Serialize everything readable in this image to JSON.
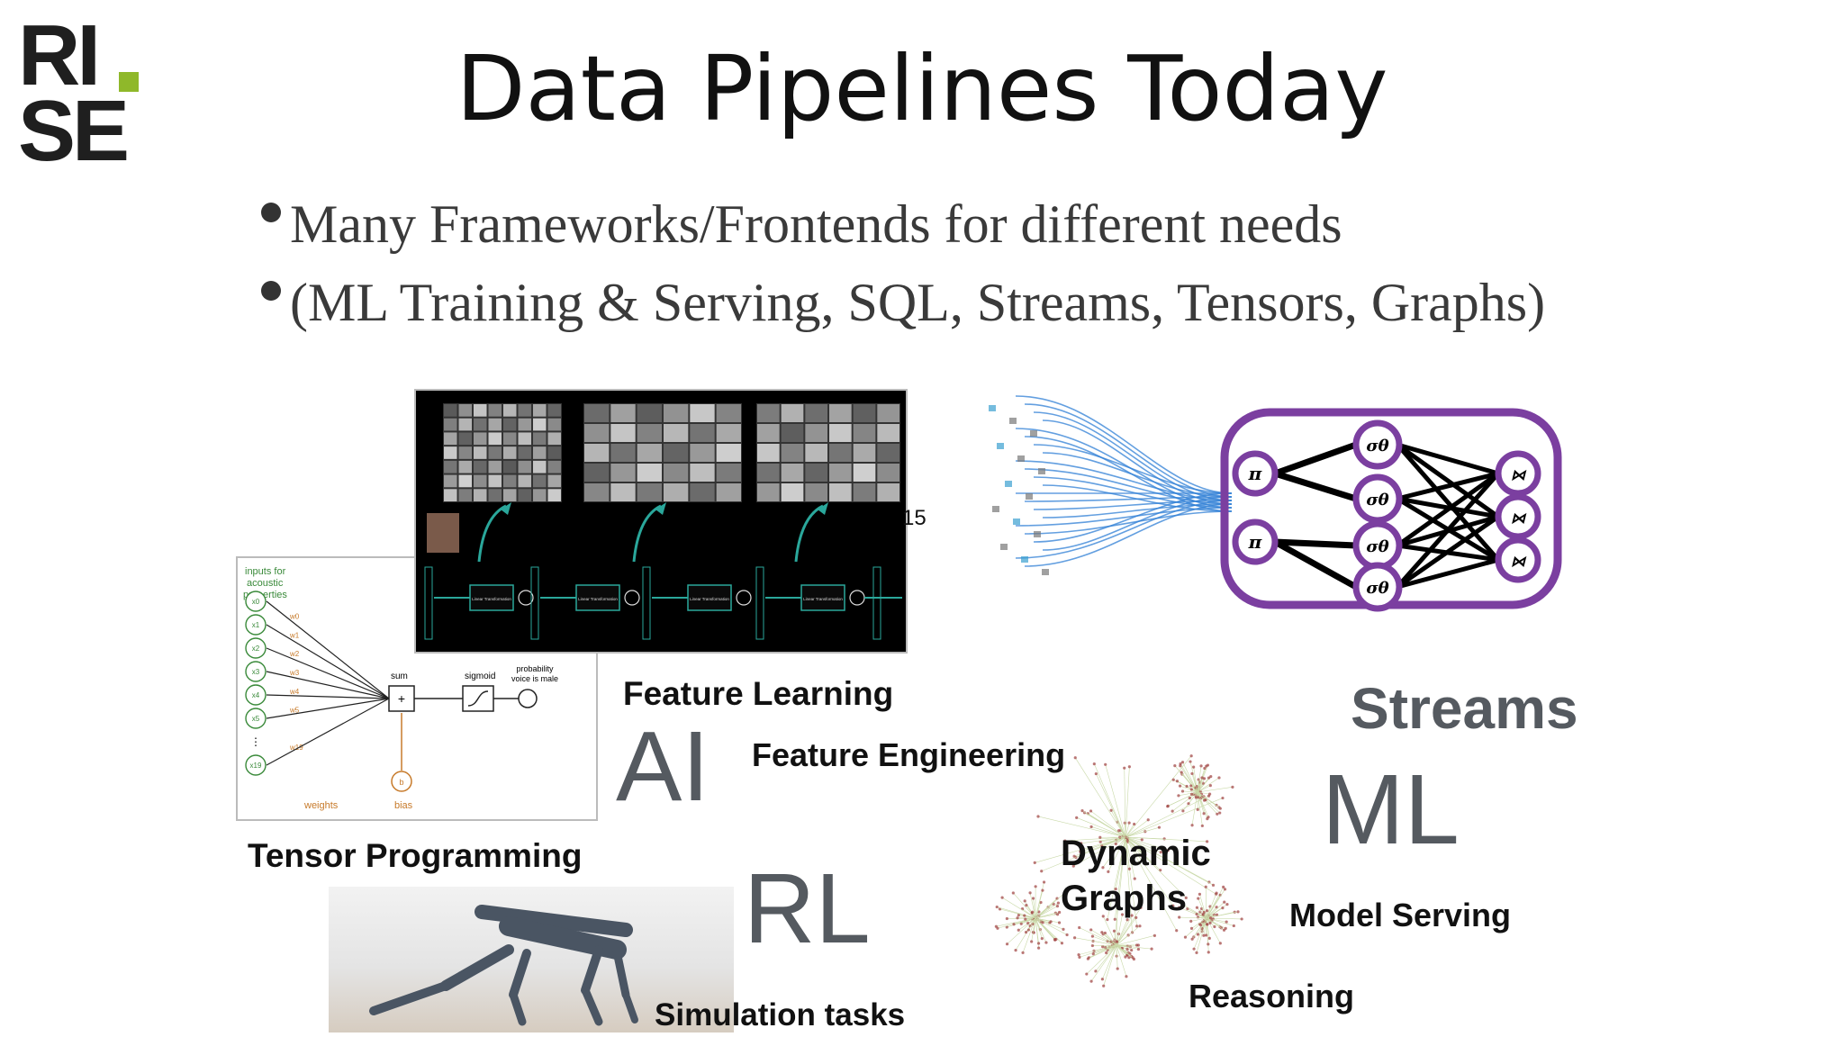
{
  "logo": {
    "line1": "RI",
    "line2": "SE",
    "accent": "#8fb82a"
  },
  "title": "Data Pipelines Today",
  "bullets": [
    "Many Frameworks/Frontends for different needs",
    "(ML Training & Serving, SQL, Streams, Tensors, Graphs)"
  ],
  "labels": {
    "feature_learning": "Feature Learning",
    "feature_engineering": "Feature Engineering",
    "tensor_programming": "Tensor Programming",
    "simulation_tasks": "Simulation tasks",
    "dynamic_graphs_1": "Dynamic",
    "dynamic_graphs_2": "Graphs",
    "model_serving": "Model Serving",
    "reasoning": "Reasoning",
    "streams": "Streams",
    "ai": "AI",
    "rl": "RL",
    "ml": "ML",
    "fragment": "15"
  },
  "perceptron": {
    "header": "inputs for acoustic properties",
    "inputs": [
      "x0",
      "x1",
      "x2",
      "x3",
      "x4",
      "x5",
      "⋮",
      "x19"
    ],
    "weights": [
      "w0",
      "w1",
      "w2",
      "w3",
      "w4",
      "w5",
      "w19"
    ],
    "sum": "sum",
    "sigmoid": "sigmoid",
    "output": "probability voice is male",
    "weights_label": "weights",
    "bias_label": "bias",
    "bias_node": "b",
    "plus": "+"
  },
  "dnn": {
    "block_label": "Linear Transformation"
  },
  "graph_net": {
    "pi": "π",
    "sigma": "σθ",
    "join": "⋈",
    "stroke": "#7b3fa0"
  },
  "colors": {
    "stream_line": "#2f7fd6",
    "arrow": "#2aa79b",
    "graph_node": "#a04040"
  }
}
